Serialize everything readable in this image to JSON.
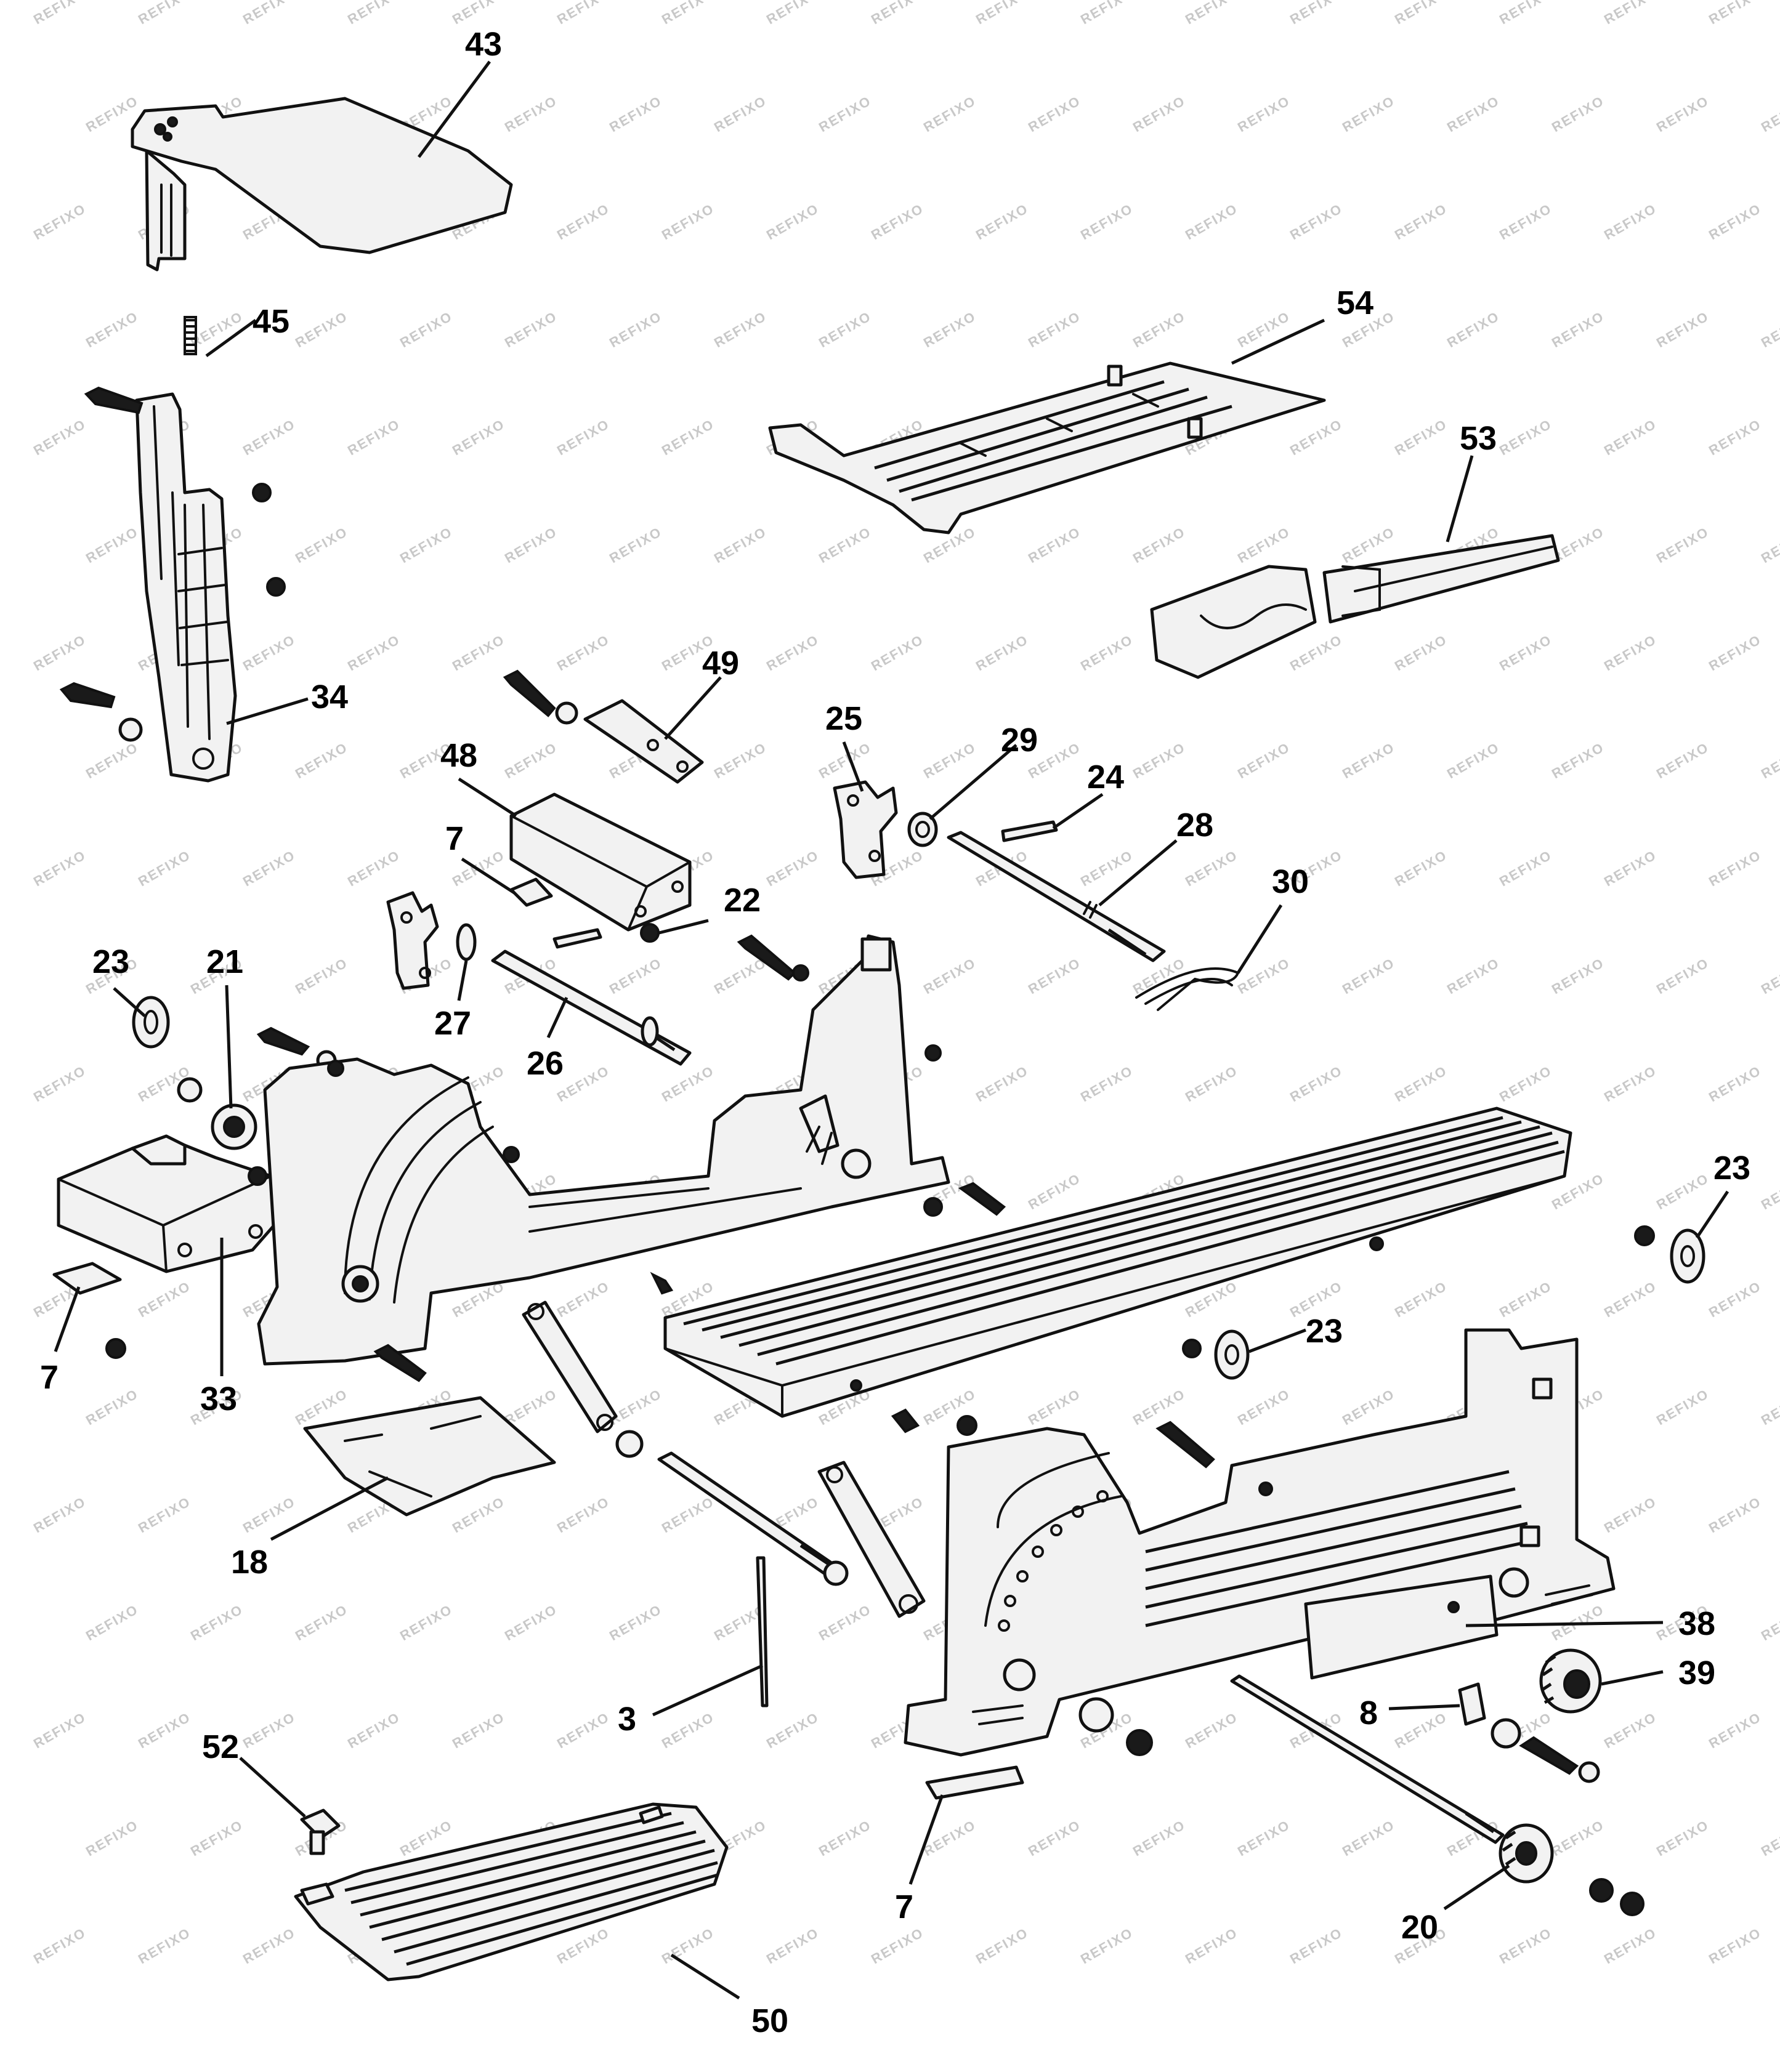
{
  "watermark": {
    "text": "REFIXO"
  },
  "callouts": [
    {
      "id": "c43",
      "label": "43"
    },
    {
      "id": "c45",
      "label": "45"
    },
    {
      "id": "c54",
      "label": "54"
    },
    {
      "id": "c53",
      "label": "53"
    },
    {
      "id": "c34",
      "label": "34"
    },
    {
      "id": "c49",
      "label": "49"
    },
    {
      "id": "c25",
      "label": "25"
    },
    {
      "id": "c29",
      "label": "29"
    },
    {
      "id": "c24",
      "label": "24"
    },
    {
      "id": "c48",
      "label": "48"
    },
    {
      "id": "c28",
      "label": "28"
    },
    {
      "id": "c30",
      "label": "30"
    },
    {
      "id": "c7a",
      "label": "7"
    },
    {
      "id": "c22",
      "label": "22"
    },
    {
      "id": "c23a",
      "label": "23"
    },
    {
      "id": "c21",
      "label": "21"
    },
    {
      "id": "c27",
      "label": "27"
    },
    {
      "id": "c26",
      "label": "26"
    },
    {
      "id": "c23b",
      "label": "23"
    },
    {
      "id": "c7b",
      "label": "7"
    },
    {
      "id": "c33",
      "label": "33"
    },
    {
      "id": "c23c",
      "label": "23"
    },
    {
      "id": "c18",
      "label": "18"
    },
    {
      "id": "c38",
      "label": "38"
    },
    {
      "id": "c39",
      "label": "39"
    },
    {
      "id": "c3",
      "label": "3"
    },
    {
      "id": "c8",
      "label": "8"
    },
    {
      "id": "c52",
      "label": "52"
    },
    {
      "id": "c7c",
      "label": "7"
    },
    {
      "id": "c20",
      "label": "20"
    },
    {
      "id": "c50",
      "label": "50"
    }
  ]
}
